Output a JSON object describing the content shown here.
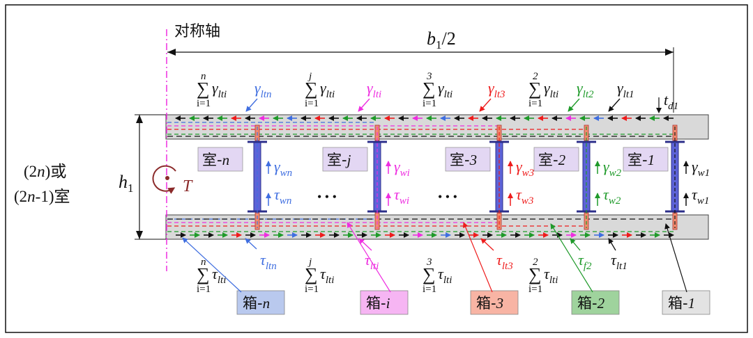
{
  "labels": {
    "axis": "对称轴",
    "b1": "b",
    "b1_sub": "1",
    "b1_tail": "/2",
    "h1": "h",
    "h1_sub": "1",
    "torque": "T",
    "cells_line1": "(2n)或",
    "cells_line2": "(2n-1)室"
  },
  "top_shear_flows": [
    {
      "text": "γ",
      "sub": "ltn",
      "color": "#3f6ee0"
    },
    {
      "text": "γ",
      "sub": "lti",
      "color": "#ee2ee0"
    },
    {
      "text": "γ",
      "sub": "lt3",
      "color": "#ee1c1c"
    },
    {
      "text": "γ",
      "sub": "lt2",
      "color": "#1f9a2a"
    },
    {
      "text": "γ",
      "sub": "lt1",
      "color": "#111111"
    },
    {
      "text": "t",
      "sub": "d1",
      "color": "#111111"
    }
  ],
  "top_sums": [
    {
      "upper": "n",
      "body": "γ",
      "sub": "lti",
      "lower": "i=1"
    },
    {
      "upper": "j",
      "body": "γ",
      "sub": "lti",
      "lower": "i=1"
    },
    {
      "upper": "3",
      "body": "γ",
      "sub": "lti",
      "lower": "i=1"
    },
    {
      "upper": "2",
      "body": "γ",
      "sub": "lti",
      "lower": "i=1"
    }
  ],
  "bottom_shear_flows": [
    {
      "text": "τ",
      "sub": "ltn",
      "color": "#3f6ee0"
    },
    {
      "text": "τ",
      "sub": "lti",
      "color": "#ee2ee0"
    },
    {
      "text": "τ",
      "sub": "lt3",
      "color": "#ee1c1c"
    },
    {
      "text": "τ",
      "sub": "f2",
      "color": "#1f9a2a"
    },
    {
      "text": "τ",
      "sub": "lt1",
      "color": "#111111"
    }
  ],
  "bottom_sums": [
    {
      "upper": "n",
      "body": "τ",
      "sub": "lti",
      "lower": "i=1"
    },
    {
      "upper": "j",
      "body": "τ",
      "sub": "lti",
      "lower": "i=1"
    },
    {
      "upper": "3",
      "body": "τ",
      "sub": "lti",
      "lower": "i=1"
    },
    {
      "upper": "2",
      "body": "τ",
      "sub": "lti",
      "lower": "i=1"
    }
  ],
  "cells": [
    {
      "label": "室-n",
      "name_pre": "室-",
      "name_var": "n"
    },
    {
      "label": "室-j",
      "name_pre": "室-",
      "name_var": "j"
    },
    {
      "label": "室-3",
      "name_pre": "室-",
      "name_var": "3"
    },
    {
      "label": "室-2",
      "name_pre": "室-",
      "name_var": "2"
    },
    {
      "label": "室-1",
      "name_pre": "室-",
      "name_var": "1"
    }
  ],
  "web_flows": [
    {
      "g": "γ",
      "gsub": "wn",
      "t": "τ",
      "tsub": "wn",
      "color": "#3f6ee0"
    },
    {
      "g": "γ",
      "gsub": "wi",
      "t": "τ",
      "tsub": "wi",
      "color": "#ee2ee0"
    },
    {
      "g": "γ",
      "gsub": "w3",
      "t": "τ",
      "tsub": "w3",
      "color": "#ee1c1c"
    },
    {
      "g": "γ",
      "gsub": "w2",
      "t": "τ",
      "tsub": "w2",
      "color": "#1f9a2a"
    },
    {
      "g": "γ",
      "gsub": "w1",
      "t": "τ",
      "tsub": "w1",
      "color": "#111111"
    }
  ],
  "ellipsis": "• • •",
  "boxes": [
    {
      "pre": "箱-",
      "var": "n",
      "fill": "#b9c9ee",
      "color": "#3f6ee0"
    },
    {
      "pre": "箱-",
      "var": "i",
      "fill": "#f6b5f3",
      "color": "#ee2ee0"
    },
    {
      "pre": "箱-",
      "var": "3",
      "fill": "#f8b4a4",
      "color": "#ee1c1c"
    },
    {
      "pre": "箱-",
      "var": "2",
      "fill": "#9fd39d",
      "color": "#1f9a2a"
    },
    {
      "pre": "箱-",
      "var": "1",
      "fill": "#e3e3e3",
      "color": "#111111"
    }
  ]
}
